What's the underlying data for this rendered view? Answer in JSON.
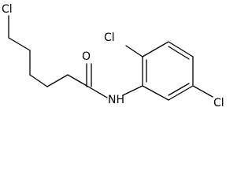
{
  "figure": {
    "type": "chemical-structure",
    "atoms": {
      "chlorine_chain": "Cl",
      "oxygen": "O",
      "amide_nitrogen": "NH",
      "chlorine_ring_ortho": "Cl",
      "chlorine_ring_meta": "Cl"
    },
    "colors": {
      "bond": "#000000",
      "label": "#000000",
      "background": "#ffffff"
    }
  }
}
